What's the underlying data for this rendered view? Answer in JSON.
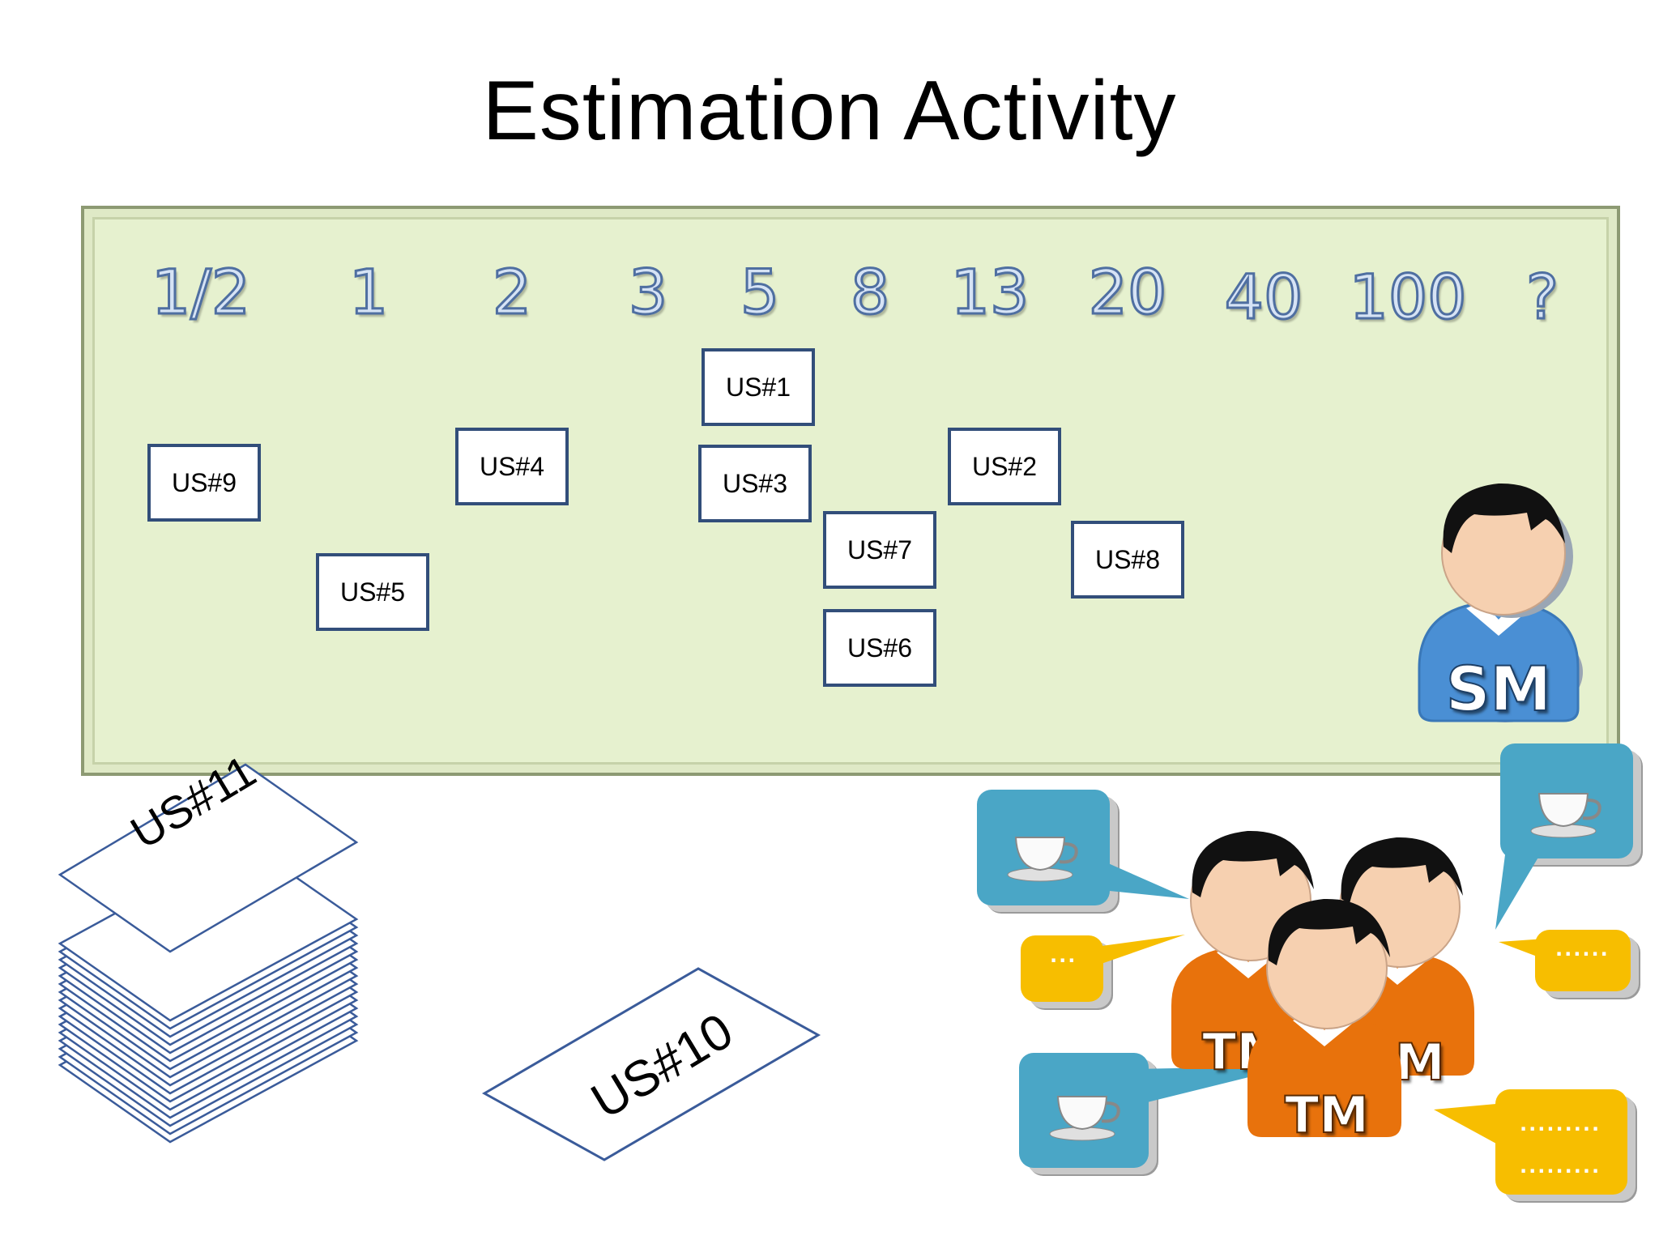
{
  "title": "Estimation Activity",
  "scale": [
    "1/2",
    "1",
    "2",
    "3",
    "5",
    "8",
    "13",
    "20",
    "40",
    "100",
    "?"
  ],
  "cards": {
    "us1": "US#1",
    "us2": "US#2",
    "us3": "US#3",
    "us4": "US#4",
    "us5": "US#5",
    "us6": "US#6",
    "us7": "US#7",
    "us8": "US#8",
    "us9": "US#9"
  },
  "stack_label": "US#11",
  "loose_card": "US#10",
  "scrum_master": "SM",
  "team_member": "TM",
  "team_member_back_left": "TM",
  "team_member_back_right": "M",
  "bubbles": {
    "dots_small": "...",
    "dots_right": "......",
    "dots_bottom_1": ".........",
    "dots_bottom_2": "........."
  },
  "icons": [
    "coffee-cup-icon",
    "person-icon"
  ],
  "colors": {
    "board": "#e6f1cf",
    "card_border": "#324e7a",
    "sm_shirt": "#4a8fd4",
    "tm_shirt": "#e8720c",
    "bubble_blue": "#4aa6c6",
    "bubble_yellow": "#f7be00"
  }
}
